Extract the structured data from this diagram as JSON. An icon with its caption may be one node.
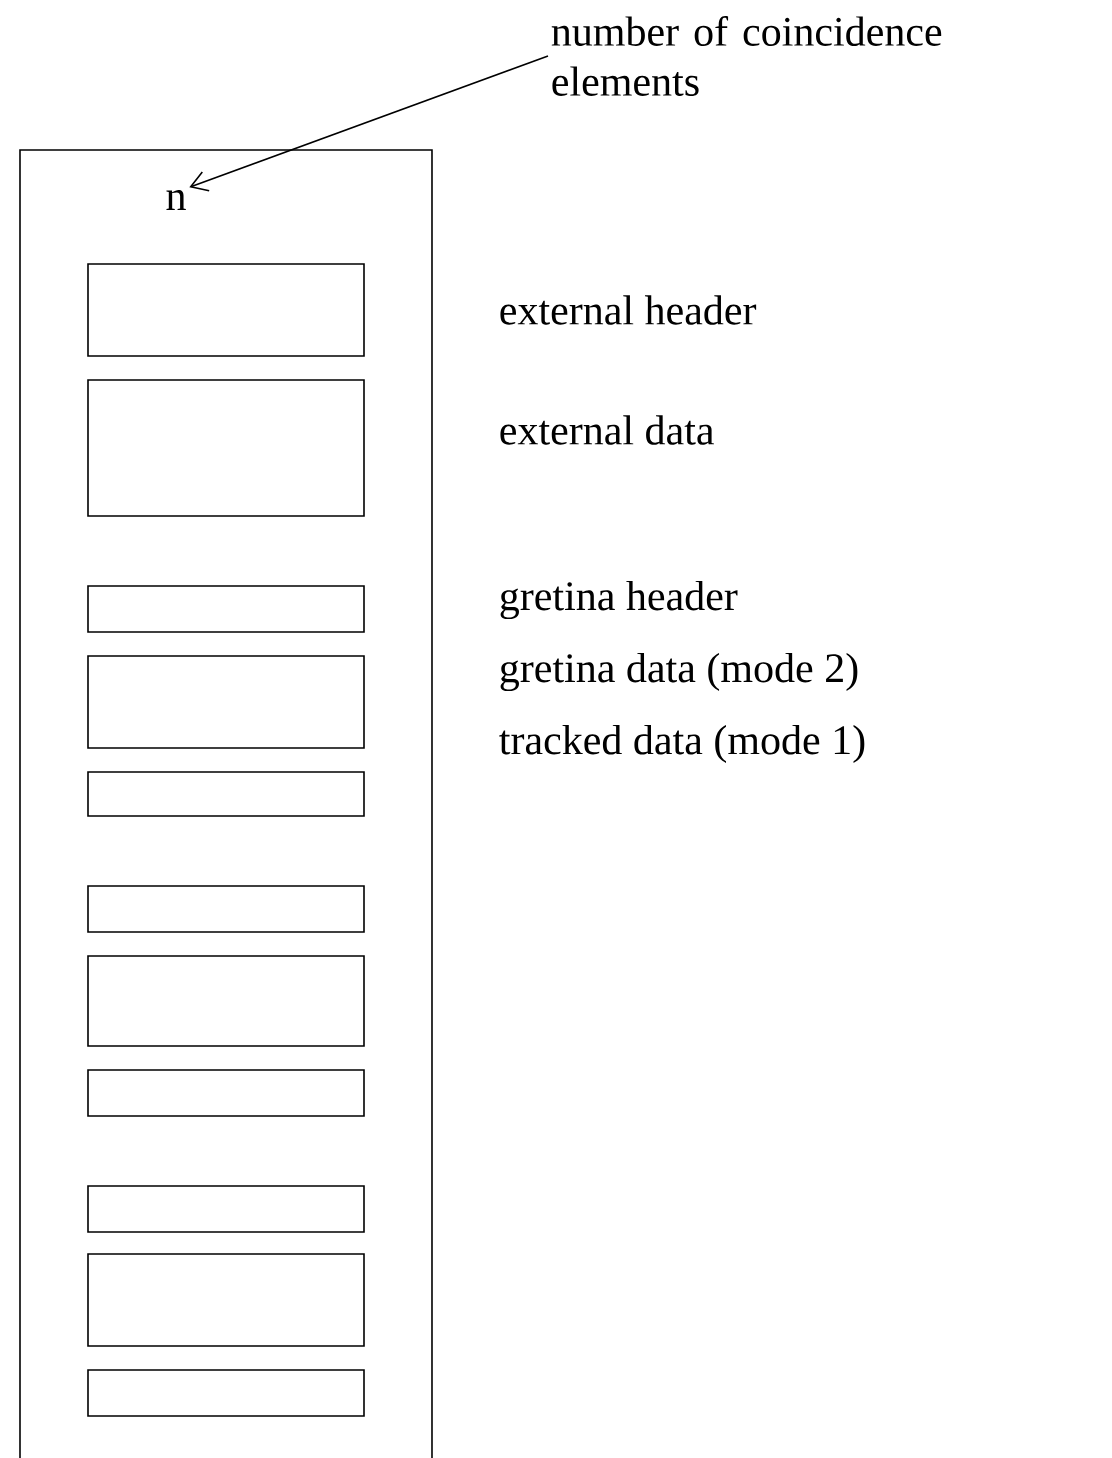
{
  "diagram": {
    "nodes": [
      {
        "text": [
          "number of coincidence elements"
        ]
      },
      {
        "text": [],
        "shape": "box"
      },
      {
        "text": [
          "n"
        ],
        "in": 1
      },
      {
        "text": [],
        "shape": "box",
        "in": 1,
        "beside": [
          "external header"
        ]
      },
      {
        "text": [],
        "shape": "box",
        "in": 1,
        "beside": [
          "external data"
        ]
      },
      {
        "text": [],
        "shape": "box",
        "in": 1,
        "beside": [
          "gretina header"
        ]
      },
      {
        "text": [],
        "shape": "box",
        "in": 1,
        "beside": [
          "gretina data (mode 2)"
        ]
      },
      {
        "text": [],
        "shape": "box",
        "in": 1,
        "beside": [
          "tracked data (mode 1)"
        ]
      },
      {
        "text": [],
        "shape": "box",
        "in": 1
      },
      {
        "text": [],
        "shape": "box",
        "in": 1
      },
      {
        "text": [],
        "shape": "box",
        "in": 1
      },
      {
        "text": [],
        "shape": "box",
        "in": 1
      },
      {
        "text": [],
        "shape": "box",
        "in": 1
      },
      {
        "text": [],
        "shape": "box",
        "in": 1
      }
    ],
    "edges": [
      {
        "from": 0,
        "to": 2,
        "arrow": "to"
      }
    ]
  }
}
